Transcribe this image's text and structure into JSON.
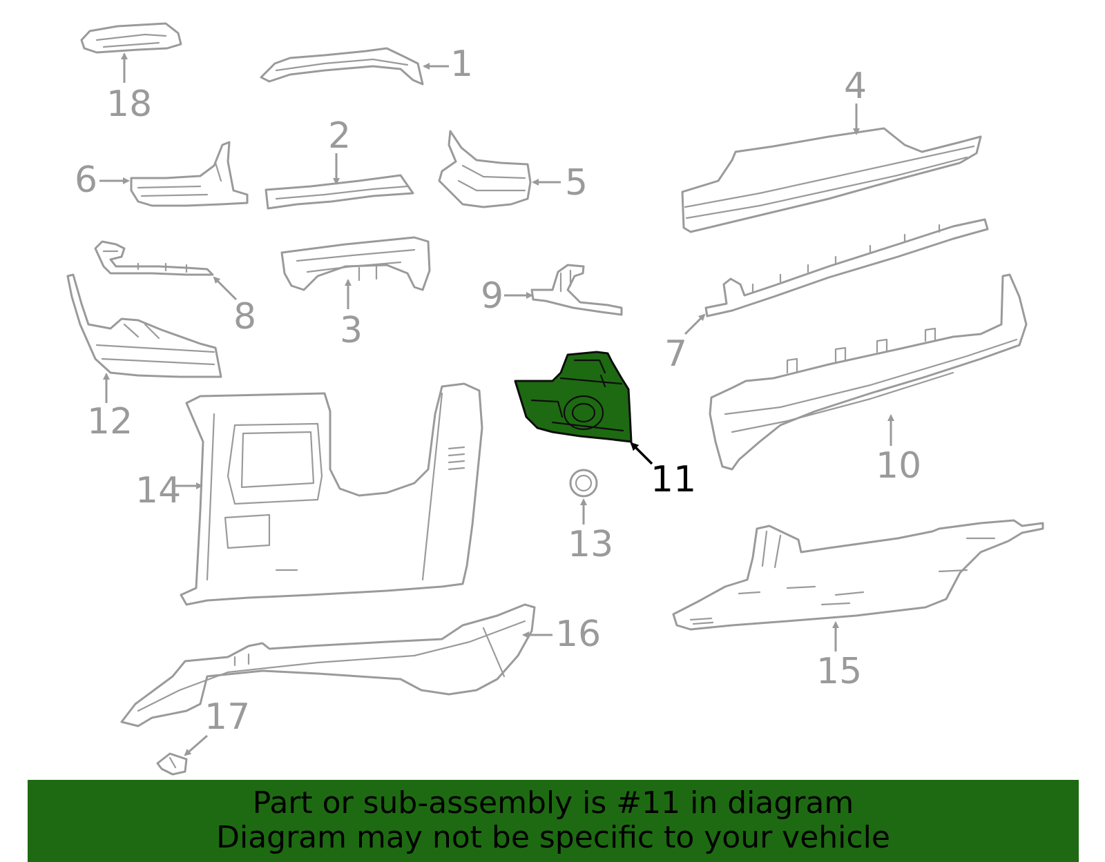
{
  "callouts": [
    "1",
    "2",
    "3",
    "4",
    "5",
    "6",
    "7",
    "8",
    "9",
    "10",
    "11",
    "12",
    "13",
    "14",
    "15",
    "16",
    "17",
    "18"
  ],
  "highlighted_part": "11",
  "colors": {
    "highlight_fill": "#1e6a12",
    "part_stroke": "#9a9a9a",
    "banner_bg": "#1e6a12"
  },
  "banner": {
    "line1": "Part or sub-assembly is #11 in diagram",
    "line2": "Diagram may not be specific to your vehicle"
  }
}
